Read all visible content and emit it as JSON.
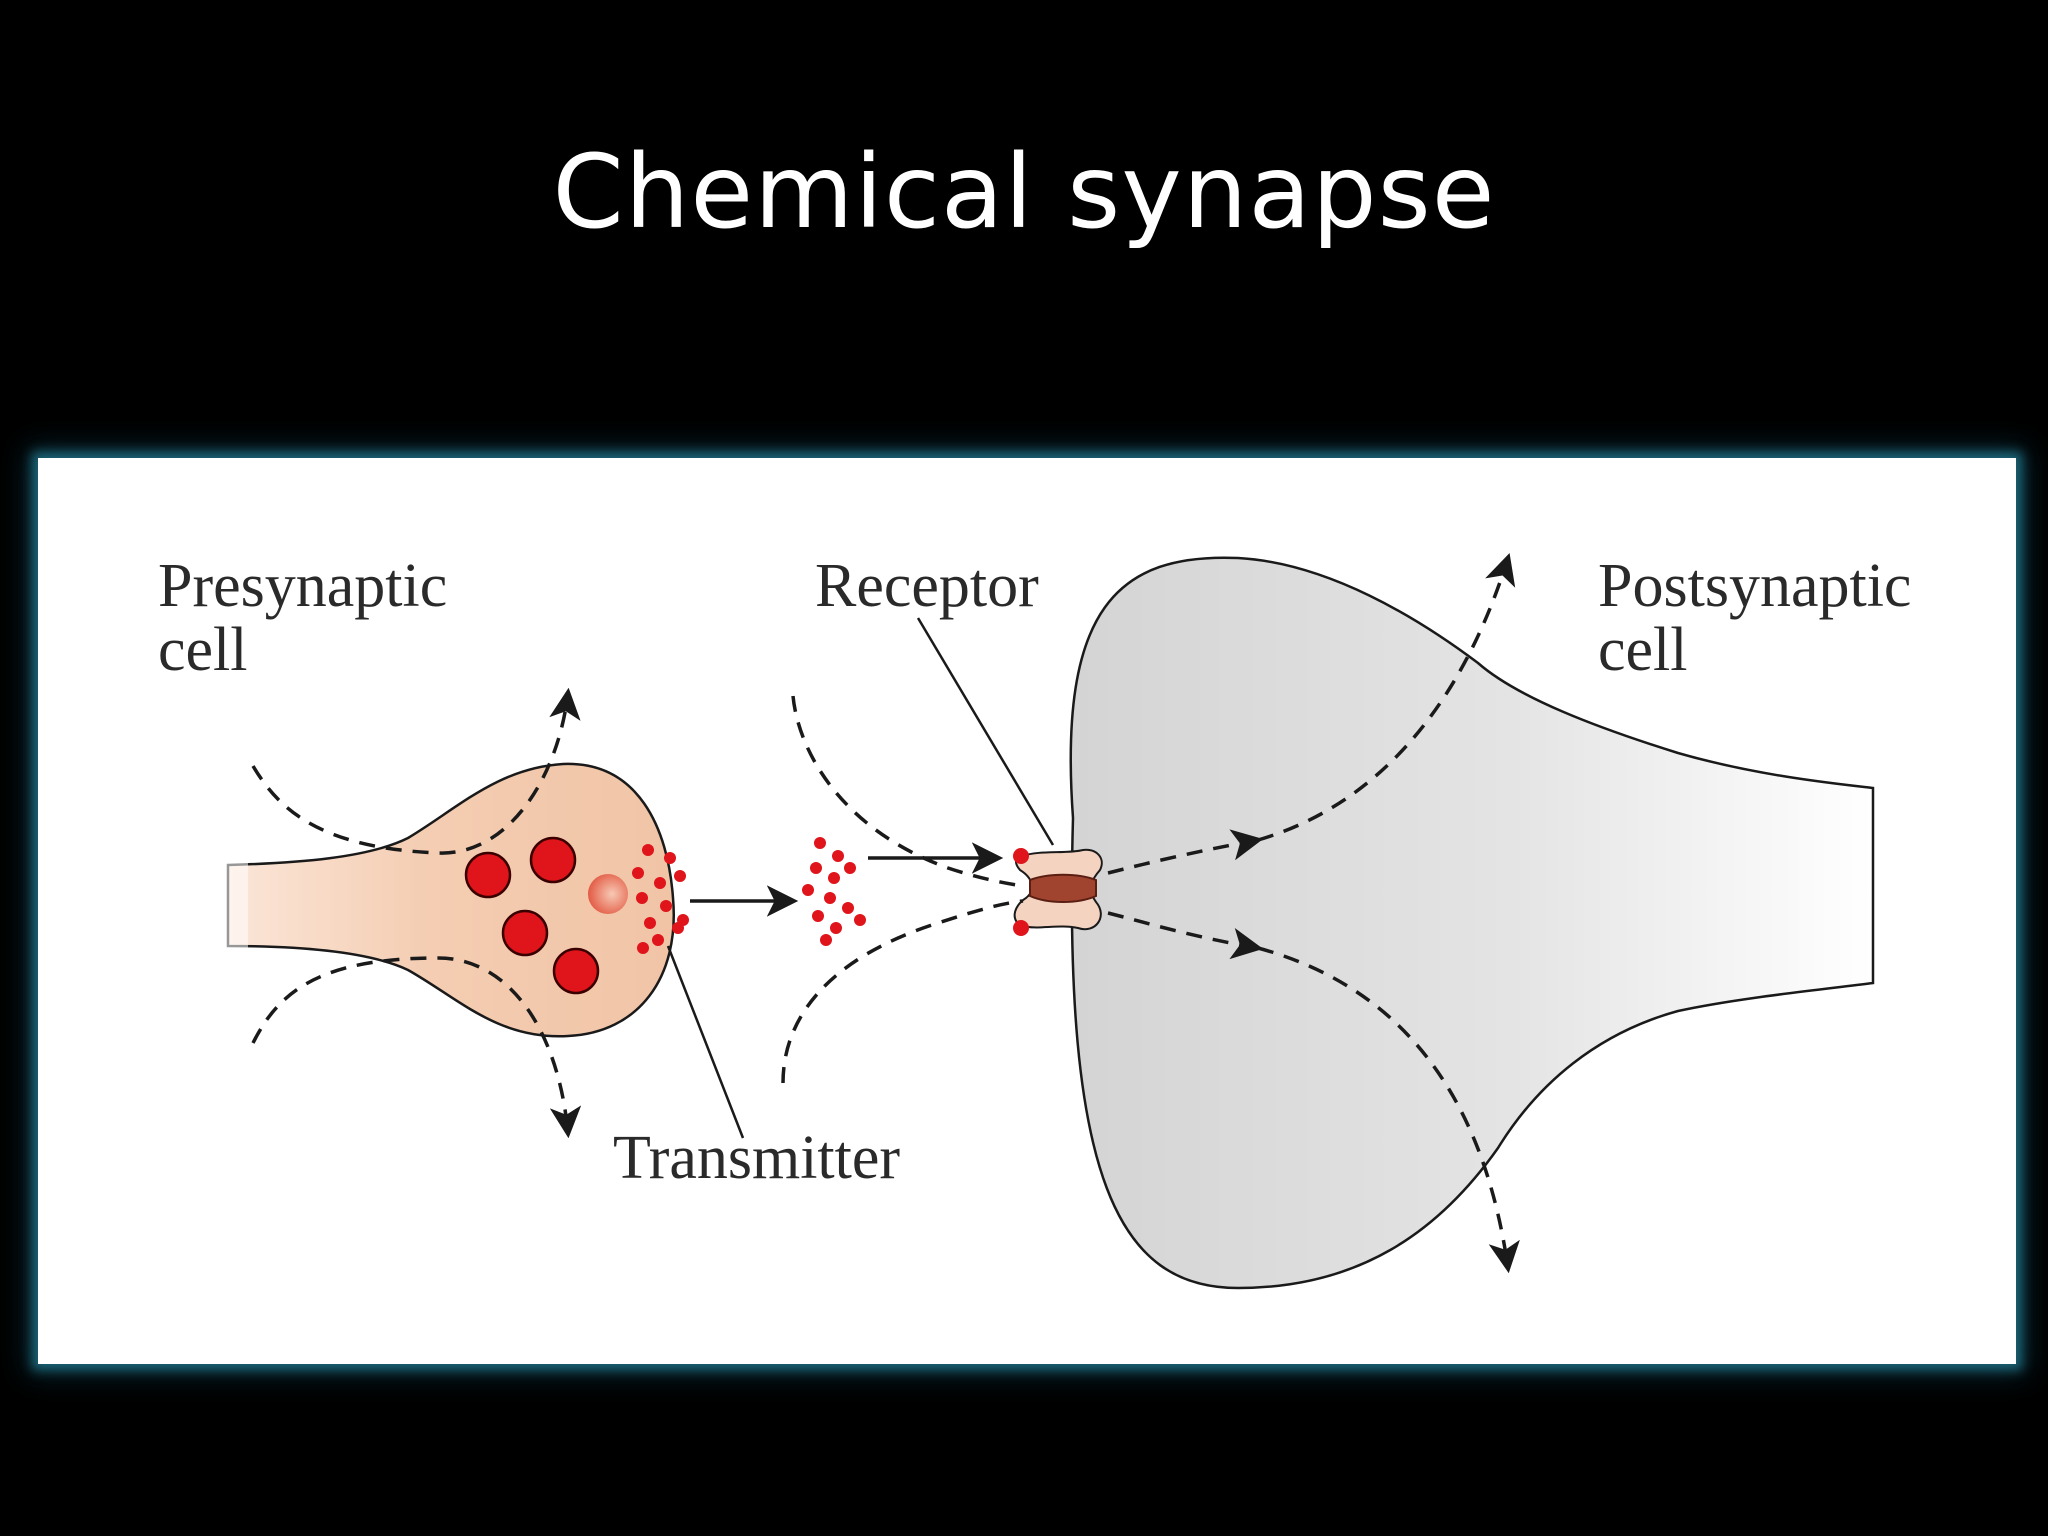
{
  "slide": {
    "title": "Chemical synapse"
  },
  "diagram": {
    "labels": {
      "presynaptic_line1": "Presynaptic",
      "presynaptic_line2": "cell",
      "receptor": "Receptor",
      "postsynaptic_line1": "Postsynaptic",
      "postsynaptic_line2": "cell",
      "transmitter": "Transmitter"
    },
    "colors": {
      "background": "#000000",
      "frame_glow": "#1e6e82",
      "presynaptic_fill": "#f3c9ad",
      "vesicle": "#e0141b",
      "postsynaptic_fill": "#dedede",
      "receptor": "#a0442f",
      "line": "#1a1a1a"
    }
  }
}
